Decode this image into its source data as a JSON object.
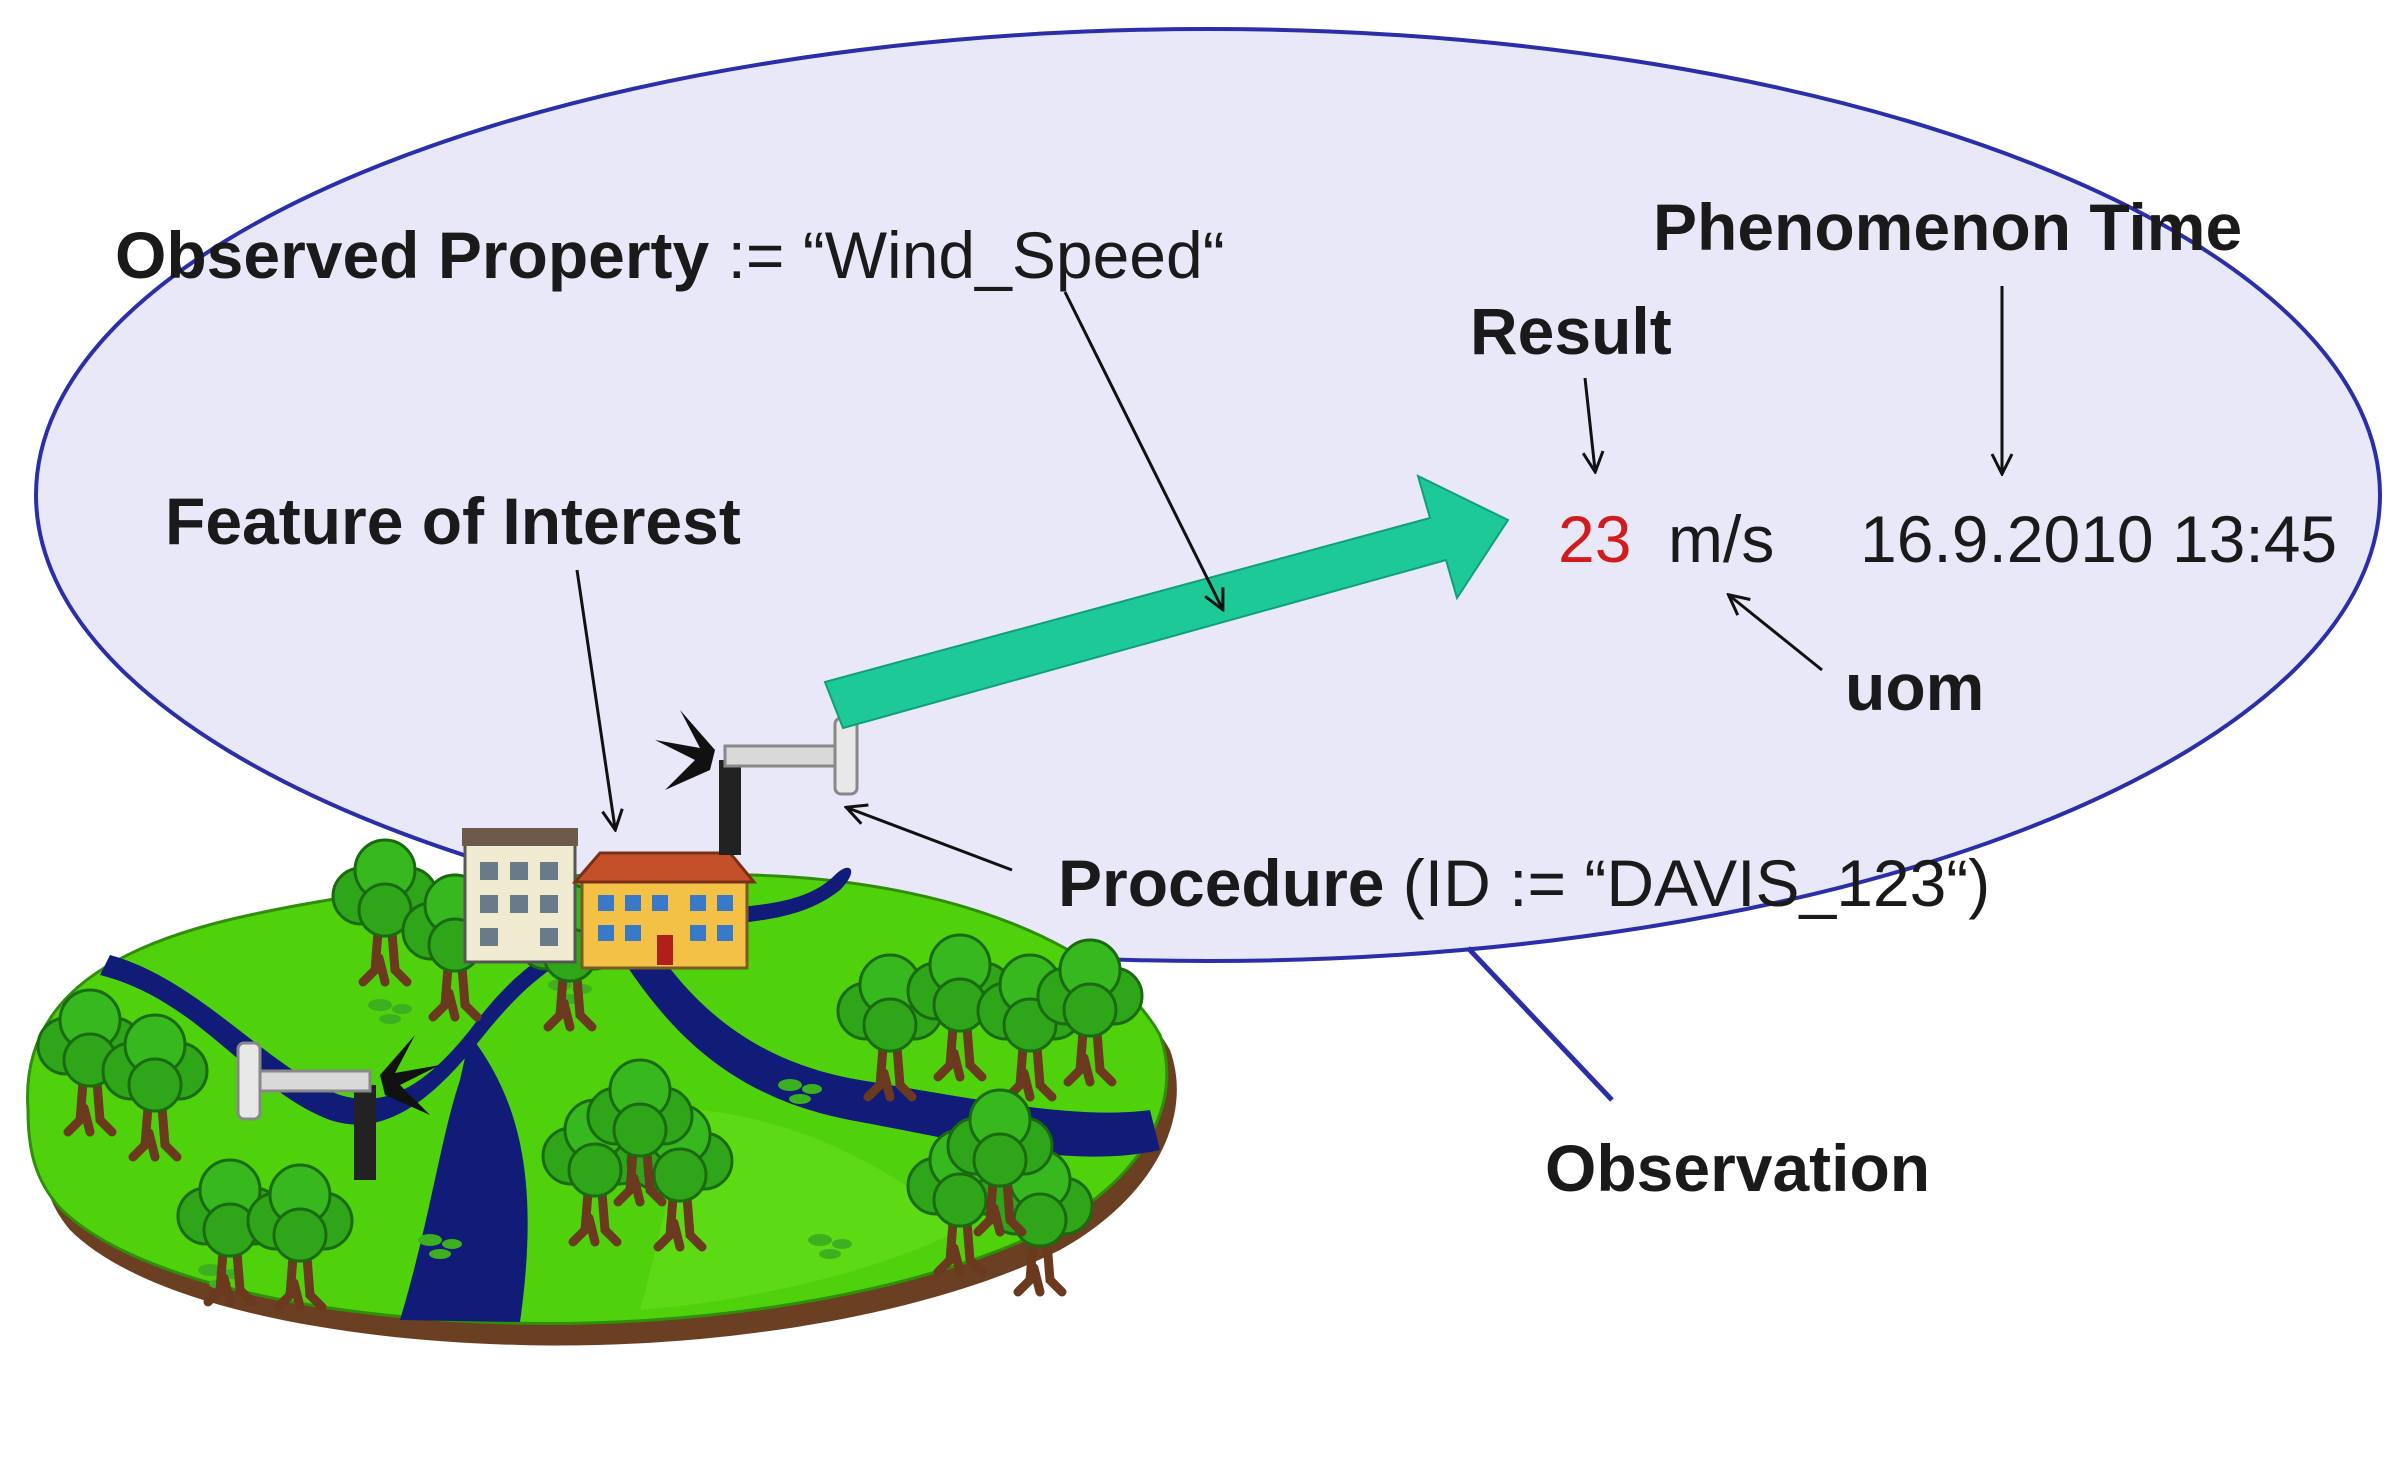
{
  "labels": {
    "observed_property_key": "Observed Property",
    "observed_property_value": " := “Wind_Speed“",
    "phenomenon_time_label": "Phenomenon Time",
    "result_label": "Result",
    "feature_of_interest_label": "Feature of Interest",
    "result_value": "23",
    "result_uom": "m/s",
    "phenomenon_time_value": "16.9.2010 13:45",
    "uom_label": "uom",
    "procedure_key": "Procedure",
    "procedure_value": " (ID := “DAVIS_123“)",
    "observation_label": "Observation"
  },
  "colors": {
    "ellipse_fill": "#e8e8f8",
    "ellipse_stroke": "#2b2ea8",
    "arrow_fill": "#1ec998",
    "ground_green": "#4fd20c",
    "ground_green_light": "#6ae21c",
    "river_blue": "#101c78",
    "soil_brown": "#6b3f22",
    "tree_green": "#2fa61a",
    "tree_trunk": "#6b3a1e",
    "result_red": "#d01c1c",
    "text": "#1a1a1a"
  }
}
